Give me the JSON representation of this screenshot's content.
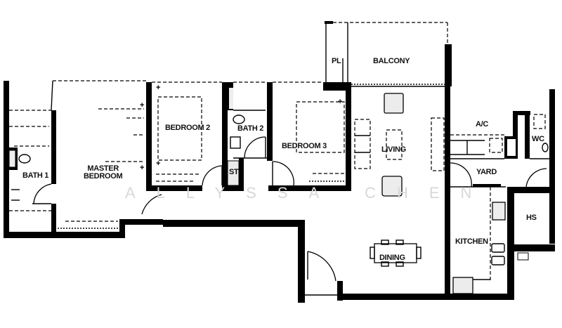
{
  "floor_plan": {
    "rooms": [
      {
        "id": "bath1",
        "label": "BATH 1"
      },
      {
        "id": "master",
        "label": "MASTER",
        "label2": "BEDROOM"
      },
      {
        "id": "bed2",
        "label": "BEDROOM 2"
      },
      {
        "id": "bath2",
        "label": "BATH 2"
      },
      {
        "id": "st",
        "label": "ST"
      },
      {
        "id": "bed3",
        "label": "BEDROOM 3"
      },
      {
        "id": "pl",
        "label": "PL"
      },
      {
        "id": "balcony",
        "label": "BALCONY"
      },
      {
        "id": "living",
        "label": "LIVING"
      },
      {
        "id": "dining",
        "label": "DINING"
      },
      {
        "id": "ac",
        "label": "A/C"
      },
      {
        "id": "wc",
        "label": "WC"
      },
      {
        "id": "yard",
        "label": "YARD"
      },
      {
        "id": "kitchen",
        "label": "KITCHEN"
      },
      {
        "id": "hs",
        "label": "HS"
      }
    ],
    "watermark": "ALLYSSA CHEN",
    "colors": {
      "wall": "#000000",
      "background": "#ffffff",
      "watermark": "#d8d8d8"
    }
  }
}
